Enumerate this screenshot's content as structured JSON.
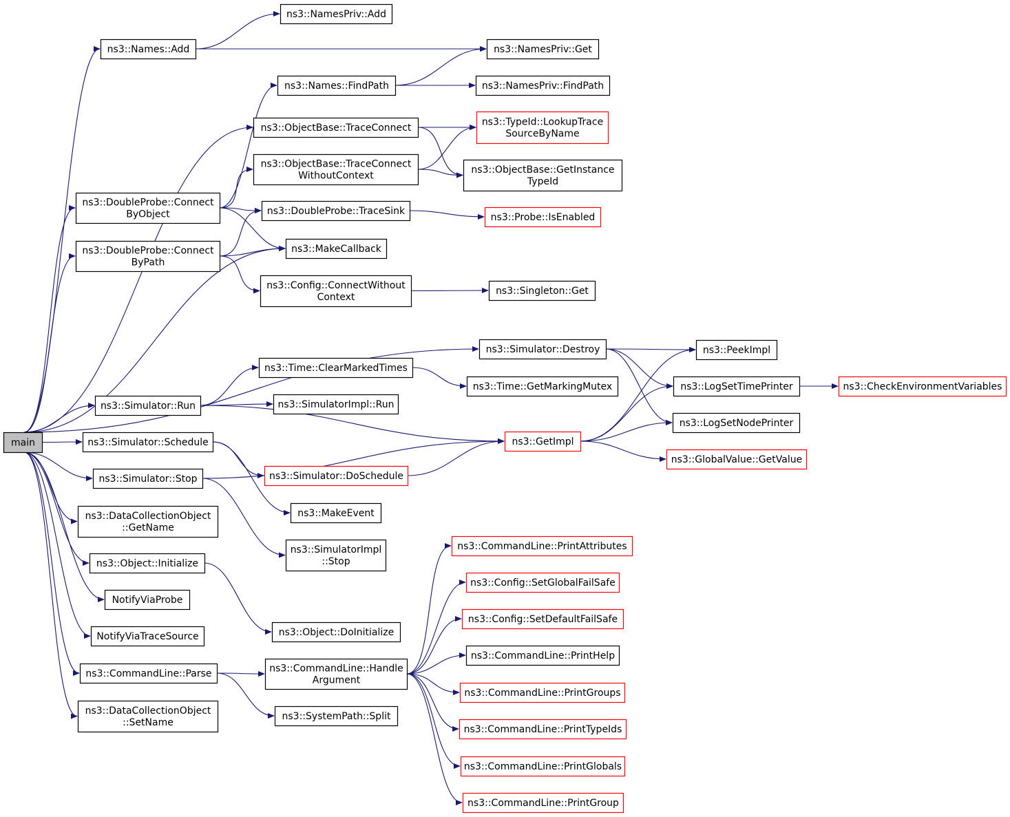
{
  "colors": {
    "edge": "#191970",
    "node_border": "#000000",
    "node_border_truncated": "#ff0000",
    "root_fill": "#bfbfbf",
    "node_fill": "#ffffff",
    "text": "#000000"
  },
  "nodes": [
    {
      "id": "main",
      "lines": [
        "main"
      ],
      "root": true
    },
    {
      "id": "names_add",
      "lines": [
        "ns3::Names::Add"
      ]
    },
    {
      "id": "namespriv_add",
      "lines": [
        "ns3::NamesPriv::Add"
      ]
    },
    {
      "id": "namespriv_get",
      "lines": [
        "ns3::NamesPriv::Get"
      ]
    },
    {
      "id": "names_findpath",
      "lines": [
        "ns3::Names::FindPath"
      ]
    },
    {
      "id": "namespriv_findpath",
      "lines": [
        "ns3::NamesPriv::FindPath"
      ]
    },
    {
      "id": "objectbase_traceconnect",
      "lines": [
        "ns3::ObjectBase::TraceConnect"
      ]
    },
    {
      "id": "typeid_lookup",
      "lines": [
        "ns3::TypeId::LookupTrace",
        "SourceByName"
      ],
      "truncated": true
    },
    {
      "id": "objectbase_traceconnect_wc",
      "lines": [
        "ns3::ObjectBase::TraceConnect",
        "WithoutContext"
      ]
    },
    {
      "id": "objectbase_getinstancetypeid",
      "lines": [
        "ns3::ObjectBase::GetInstance",
        "TypeId"
      ]
    },
    {
      "id": "doubleprobe_connectbyobject",
      "lines": [
        "ns3::DoubleProbe::Connect",
        "ByObject"
      ]
    },
    {
      "id": "doubleprobe_tracesink",
      "lines": [
        "ns3::DoubleProbe::TraceSink"
      ]
    },
    {
      "id": "probe_isenabled",
      "lines": [
        "ns3::Probe::IsEnabled"
      ],
      "truncated": true
    },
    {
      "id": "doubleprobe_connectbypath",
      "lines": [
        "ns3::DoubleProbe::Connect",
        "ByPath"
      ]
    },
    {
      "id": "makecallback",
      "lines": [
        "ns3::MakeCallback"
      ]
    },
    {
      "id": "config_connectwithoutcontext",
      "lines": [
        "ns3::Config::ConnectWithout",
        "Context"
      ]
    },
    {
      "id": "singleton_get",
      "lines": [
        "ns3::Singleton::Get"
      ]
    },
    {
      "id": "simulator_destroy",
      "lines": [
        "ns3::Simulator::Destroy"
      ]
    },
    {
      "id": "peekimpl",
      "lines": [
        "ns3::PeekImpl"
      ]
    },
    {
      "id": "time_clearmarkedtimes",
      "lines": [
        "ns3::Time::ClearMarkedTimes"
      ]
    },
    {
      "id": "logsettimeprinter",
      "lines": [
        "ns3::LogSetTimePrinter"
      ]
    },
    {
      "id": "checkenvironmentvariables",
      "lines": [
        "ns3::CheckEnvironmentVariables"
      ],
      "truncated": true
    },
    {
      "id": "time_getmarkingmutex",
      "lines": [
        "ns3::Time::GetMarkingMutex"
      ]
    },
    {
      "id": "simulator_run",
      "lines": [
        "ns3::Simulator::Run"
      ]
    },
    {
      "id": "simulatorimpl_run",
      "lines": [
        "ns3::SimulatorImpl::Run"
      ]
    },
    {
      "id": "logsetnodeprinter",
      "lines": [
        "ns3::LogSetNodePrinter"
      ]
    },
    {
      "id": "simulator_schedule",
      "lines": [
        "ns3::Simulator::Schedule"
      ]
    },
    {
      "id": "getimpl",
      "lines": [
        "ns3::GetImpl"
      ],
      "truncated": true
    },
    {
      "id": "globalvalue_getvalue",
      "lines": [
        "ns3::GlobalValue::GetValue"
      ],
      "truncated": true
    },
    {
      "id": "simulator_stop",
      "lines": [
        "ns3::Simulator::Stop"
      ]
    },
    {
      "id": "simulator_doschedule",
      "lines": [
        "ns3::Simulator::DoSchedule"
      ],
      "truncated": true
    },
    {
      "id": "makeevent",
      "lines": [
        "ns3::MakeEvent"
      ]
    },
    {
      "id": "datacollectionobject_getname",
      "lines": [
        "ns3::DataCollectionObject",
        "::GetName"
      ]
    },
    {
      "id": "simulatorimpl_stop",
      "lines": [
        "ns3::SimulatorImpl",
        "::Stop"
      ]
    },
    {
      "id": "commandline_printattributes",
      "lines": [
        "ns3::CommandLine::PrintAttributes"
      ],
      "truncated": true
    },
    {
      "id": "object_initialize",
      "lines": [
        "ns3::Object::Initialize"
      ]
    },
    {
      "id": "config_setglobalfailsafe",
      "lines": [
        "ns3::Config::SetGlobalFailSafe"
      ],
      "truncated": true
    },
    {
      "id": "notifyviaprobe",
      "lines": [
        "NotifyViaProbe"
      ]
    },
    {
      "id": "config_setdefaultfailsafe",
      "lines": [
        "ns3::Config::SetDefaultFailSafe"
      ],
      "truncated": true
    },
    {
      "id": "object_doinitialize",
      "lines": [
        "ns3::Object::DoInitialize"
      ]
    },
    {
      "id": "notifyviatracesource",
      "lines": [
        "NotifyViaTraceSource"
      ]
    },
    {
      "id": "commandline_printhelp",
      "lines": [
        "ns3::CommandLine::PrintHelp"
      ]
    },
    {
      "id": "commandline_parse",
      "lines": [
        "ns3::CommandLine::Parse"
      ]
    },
    {
      "id": "commandline_handleargument",
      "lines": [
        "ns3::CommandLine::Handle",
        "Argument"
      ]
    },
    {
      "id": "commandline_printgroups",
      "lines": [
        "ns3::CommandLine::PrintGroups"
      ],
      "truncated": true
    },
    {
      "id": "datacollectionobject_setname",
      "lines": [
        "ns3::DataCollectionObject",
        "::SetName"
      ]
    },
    {
      "id": "systempath_split",
      "lines": [
        "ns3::SystemPath::Split"
      ]
    },
    {
      "id": "commandline_printtypeids",
      "lines": [
        "ns3::CommandLine::PrintTypeIds"
      ],
      "truncated": true
    },
    {
      "id": "commandline_printglobals",
      "lines": [
        "ns3::CommandLine::PrintGlobals"
      ],
      "truncated": true
    },
    {
      "id": "commandline_printgroup",
      "lines": [
        "ns3::CommandLine::PrintGroup"
      ],
      "truncated": true
    }
  ],
  "edges": [
    [
      "main",
      "names_add"
    ],
    [
      "main",
      "objectbase_traceconnect"
    ],
    [
      "main",
      "doubleprobe_connectbyobject"
    ],
    [
      "main",
      "doubleprobe_connectbypath"
    ],
    [
      "main",
      "makecallback"
    ],
    [
      "main",
      "simulator_destroy"
    ],
    [
      "main",
      "simulator_run"
    ],
    [
      "main",
      "simulator_schedule"
    ],
    [
      "main",
      "simulator_stop"
    ],
    [
      "main",
      "datacollectionobject_getname"
    ],
    [
      "main",
      "object_initialize"
    ],
    [
      "main",
      "notifyviaprobe"
    ],
    [
      "main",
      "notifyviatracesource"
    ],
    [
      "main",
      "commandline_parse"
    ],
    [
      "main",
      "datacollectionobject_setname"
    ],
    [
      "names_add",
      "namespriv_add"
    ],
    [
      "names_add",
      "namespriv_get"
    ],
    [
      "names_findpath",
      "namespriv_get"
    ],
    [
      "names_findpath",
      "namespriv_findpath"
    ],
    [
      "objectbase_traceconnect",
      "typeid_lookup"
    ],
    [
      "objectbase_traceconnect",
      "objectbase_getinstancetypeid"
    ],
    [
      "objectbase_traceconnect_wc",
      "typeid_lookup"
    ],
    [
      "objectbase_traceconnect_wc",
      "objectbase_getinstancetypeid"
    ],
    [
      "doubleprobe_connectbyobject",
      "names_findpath"
    ],
    [
      "doubleprobe_connectbyobject",
      "objectbase_traceconnect_wc"
    ],
    [
      "doubleprobe_connectbyobject",
      "doubleprobe_tracesink"
    ],
    [
      "doubleprobe_connectbyobject",
      "makecallback"
    ],
    [
      "doubleprobe_tracesink",
      "probe_isenabled"
    ],
    [
      "doubleprobe_connectbypath",
      "doubleprobe_tracesink"
    ],
    [
      "doubleprobe_connectbypath",
      "makecallback"
    ],
    [
      "doubleprobe_connectbypath",
      "config_connectwithoutcontext"
    ],
    [
      "config_connectwithoutcontext",
      "singleton_get"
    ],
    [
      "simulator_destroy",
      "peekimpl"
    ],
    [
      "simulator_destroy",
      "logsettimeprinter"
    ],
    [
      "simulator_destroy",
      "logsetnodeprinter"
    ],
    [
      "time_clearmarkedtimes",
      "time_getmarkingmutex"
    ],
    [
      "simulator_run",
      "time_clearmarkedtimes"
    ],
    [
      "simulator_run",
      "simulatorimpl_run"
    ],
    [
      "simulator_run",
      "getimpl"
    ],
    [
      "logsettimeprinter",
      "checkenvironmentvariables"
    ],
    [
      "getimpl",
      "peekimpl"
    ],
    [
      "getimpl",
      "logsettimeprinter"
    ],
    [
      "getimpl",
      "logsetnodeprinter"
    ],
    [
      "getimpl",
      "globalvalue_getvalue"
    ],
    [
      "simulator_schedule",
      "simulator_doschedule"
    ],
    [
      "simulator_schedule",
      "makeevent"
    ],
    [
      "simulator_doschedule",
      "getimpl"
    ],
    [
      "simulator_stop",
      "simulatorimpl_stop"
    ],
    [
      "simulator_stop",
      "getimpl"
    ],
    [
      "object_initialize",
      "object_doinitialize"
    ],
    [
      "commandline_parse",
      "commandline_handleargument"
    ],
    [
      "commandline_parse",
      "systempath_split"
    ],
    [
      "commandline_handleargument",
      "commandline_printattributes"
    ],
    [
      "commandline_handleargument",
      "config_setglobalfailsafe"
    ],
    [
      "commandline_handleargument",
      "config_setdefaultfailsafe"
    ],
    [
      "commandline_handleargument",
      "commandline_printhelp"
    ],
    [
      "commandline_handleargument",
      "commandline_printgroups"
    ],
    [
      "commandline_handleargument",
      "commandline_printtypeids"
    ],
    [
      "commandline_handleargument",
      "commandline_printglobals"
    ],
    [
      "commandline_handleargument",
      "commandline_printgroup"
    ]
  ]
}
